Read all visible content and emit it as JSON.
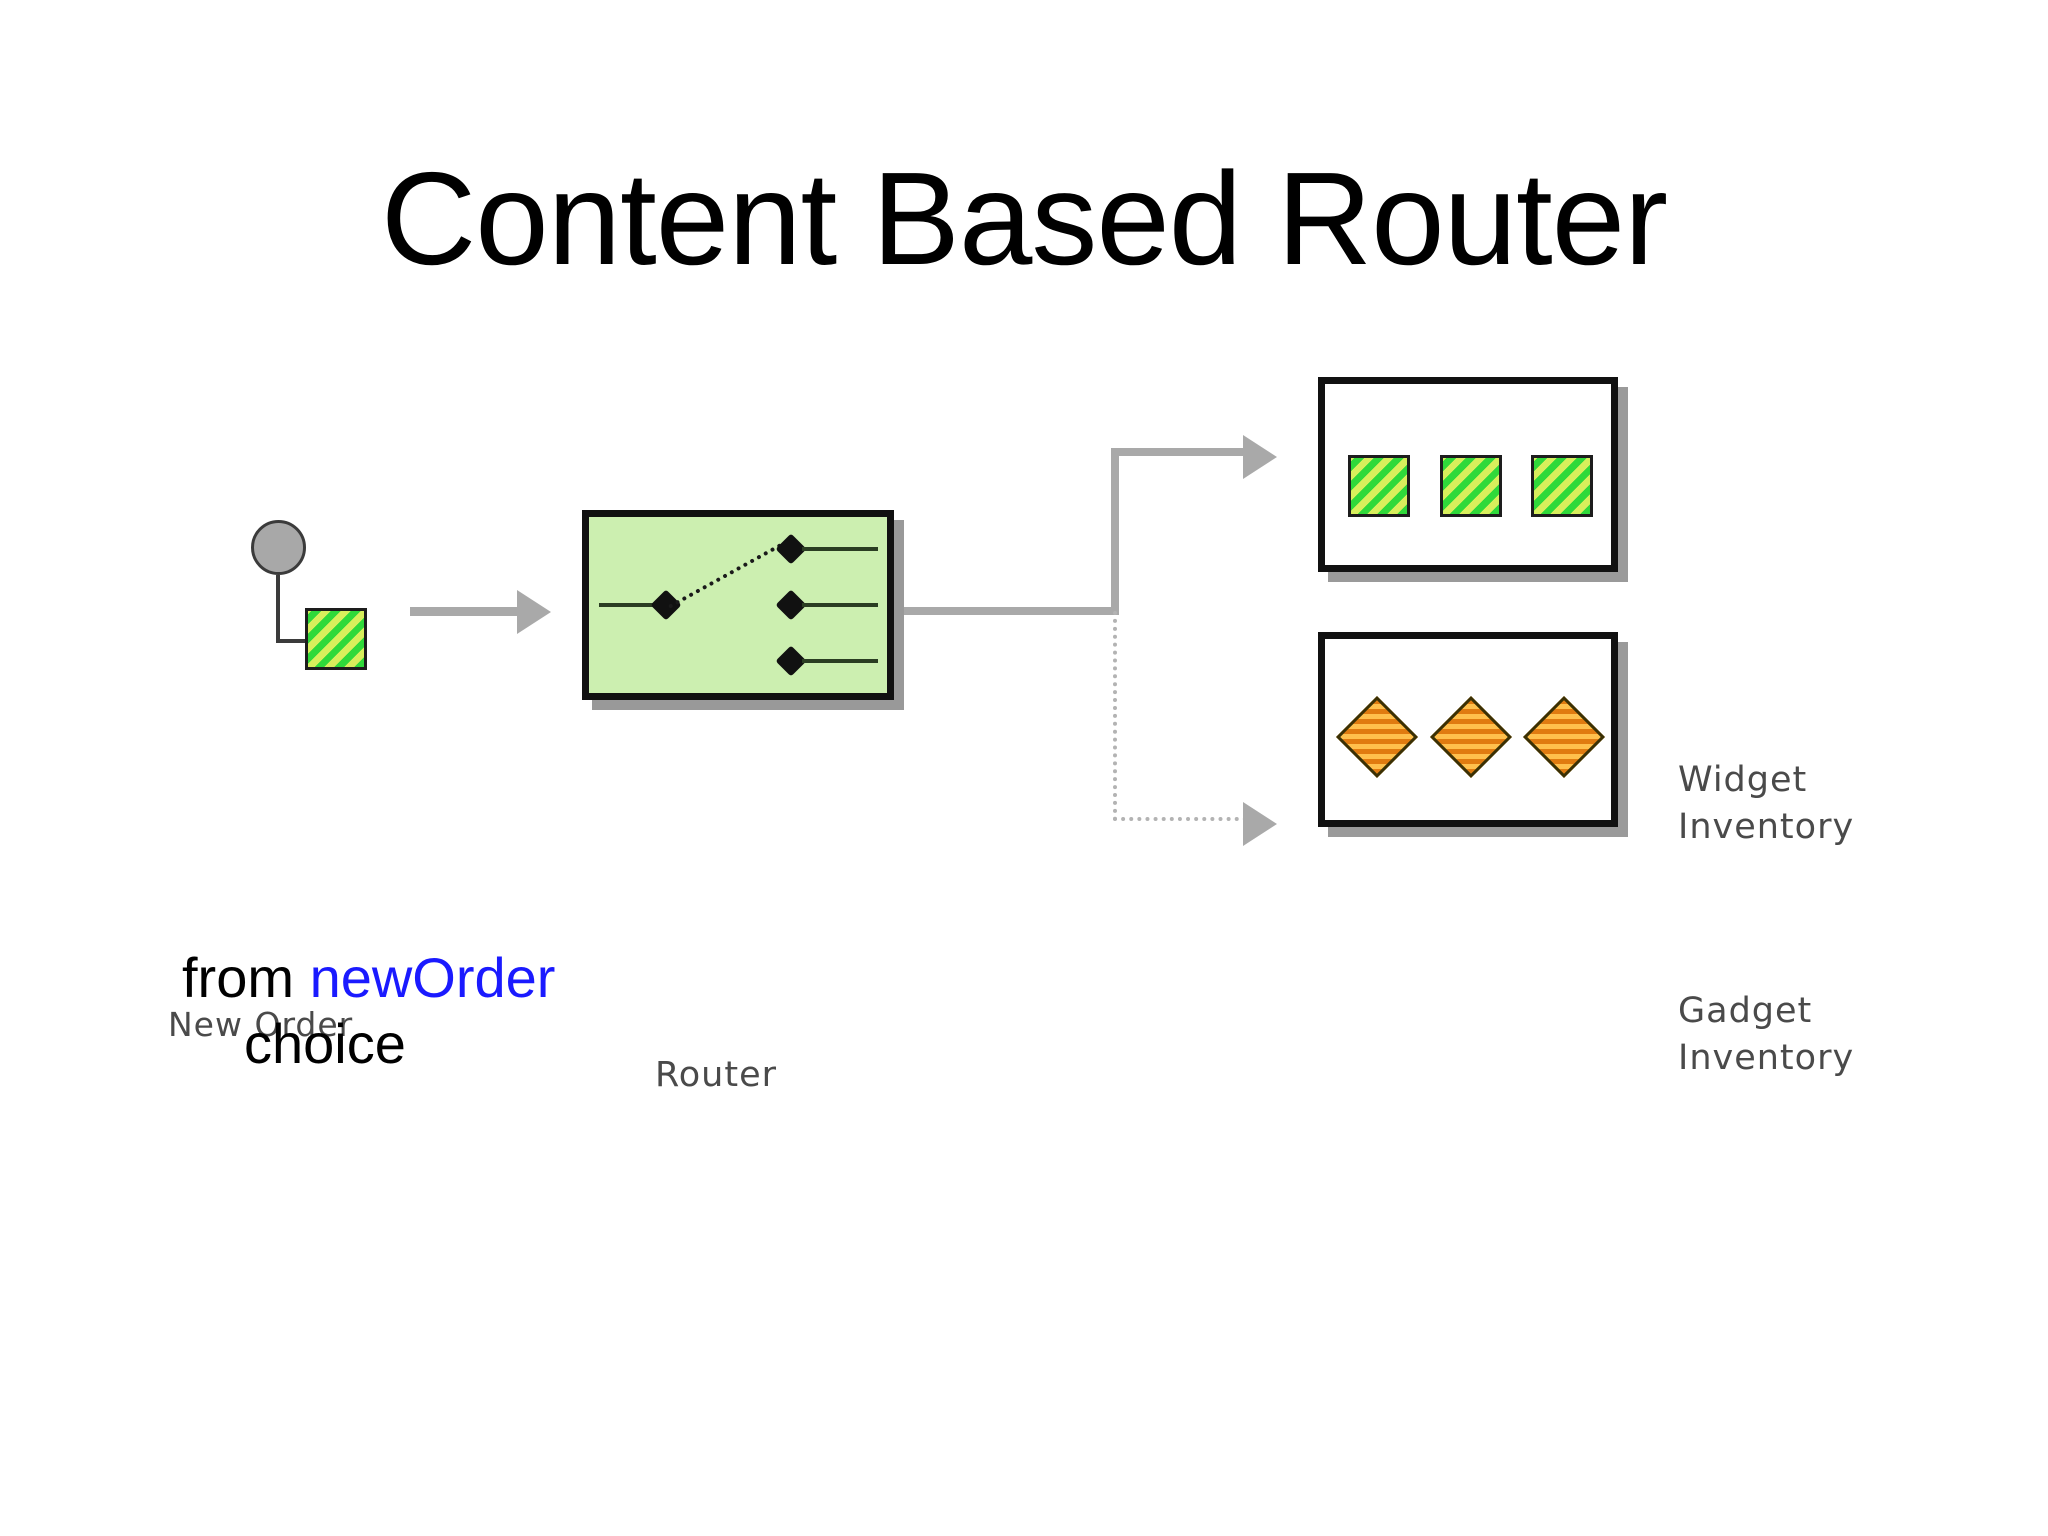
{
  "slide": {
    "title": "Content Based Router",
    "background_color": "#ffffff"
  },
  "diagram": {
    "type": "enterprise-integration-pattern",
    "source": {
      "label": "New Order",
      "icon": "message-endpoint-icon",
      "message_icon": "green-hatched-square-icon"
    },
    "processor": {
      "label": "Router",
      "icon": "switch-icon",
      "fill_color": "#ccefb0",
      "border_color": "#111111",
      "contacts": 4,
      "active_output": 1
    },
    "arrows": [
      {
        "name": "source-to-router",
        "style": "solid",
        "color": "#a9a9a9"
      },
      {
        "name": "router-to-widget-inventory",
        "style": "solid",
        "color": "#a9a9a9"
      },
      {
        "name": "router-to-gadget-inventory",
        "style": "dotted",
        "color": "#b3b3b3"
      }
    ],
    "destinations": [
      {
        "label": "Widget\nInventory",
        "item_icon": "green-hatched-square-icon",
        "item_count": 3,
        "item_color": "#2fd93a"
      },
      {
        "label": "Gadget\nInventory",
        "item_icon": "orange-striped-diamond-icon",
        "item_count": 3,
        "item_color": "#f6a723"
      }
    ]
  },
  "body": {
    "line1_prefix": "from ",
    "line1_keyword": "newOrder",
    "line2": "choice",
    "keyword_color": "#1a1aff"
  }
}
